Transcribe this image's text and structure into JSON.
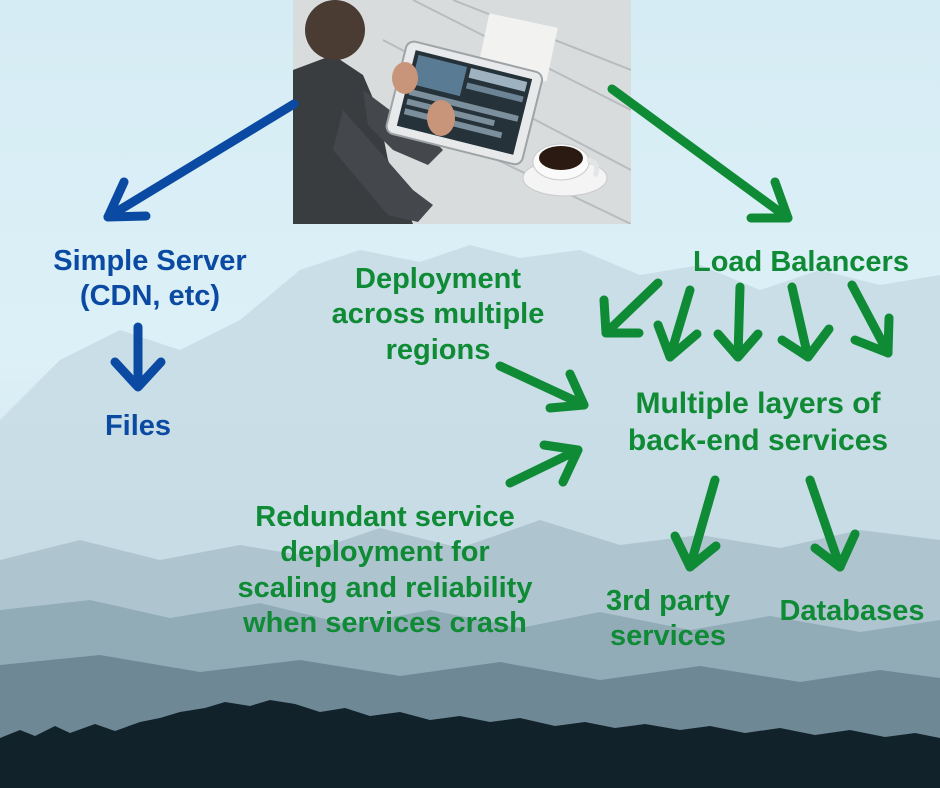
{
  "colors": {
    "blue": "#0b4aa3",
    "green": "#0f8a35",
    "sky": "#d6ecf4",
    "mountain_dark": "#12222b"
  },
  "photo": {
    "subject": "person using tablet next to coffee cup"
  },
  "nodes": {
    "simple_server": [
      "Simple Server",
      "(CDN, etc)"
    ],
    "files": "Files",
    "deployment": [
      "Deployment",
      "across multiple",
      "regions"
    ],
    "load_balancers": "Load Balancers",
    "backend": [
      "Multiple layers of",
      "back-end services"
    ],
    "redundant": [
      "Redundant service",
      "deployment for",
      "scaling and reliability",
      "when services crash"
    ],
    "third_party": [
      "3rd party",
      "services"
    ],
    "databases": "Databases"
  }
}
